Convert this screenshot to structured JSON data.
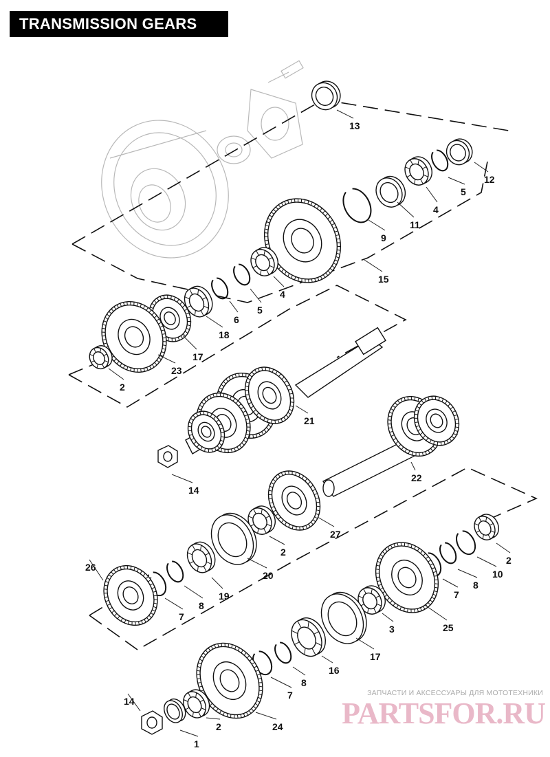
{
  "title": "TRANSMISSION GEARS",
  "callouts": [
    "13",
    "12",
    "5",
    "4",
    "11",
    "9",
    "15",
    "4",
    "5",
    "6",
    "18",
    "17",
    "23",
    "2",
    "21",
    "14",
    "22",
    "27",
    "2",
    "26",
    "20",
    "19",
    "8",
    "7",
    "2",
    "10",
    "8",
    "7",
    "25",
    "3",
    "17",
    "16",
    "8",
    "7",
    "24",
    "2",
    "1",
    "14"
  ],
  "watermark": {
    "caption": "ЗАПЧАСТИ И АКСЕССУАРЫ ДЛЯ МОТОТЕХНИКИ",
    "logo": "PARTSFOR.RU"
  },
  "colors": {
    "line": "#111111",
    "ghost": "#b8b8b8",
    "watermark": "#e9b8c8"
  }
}
